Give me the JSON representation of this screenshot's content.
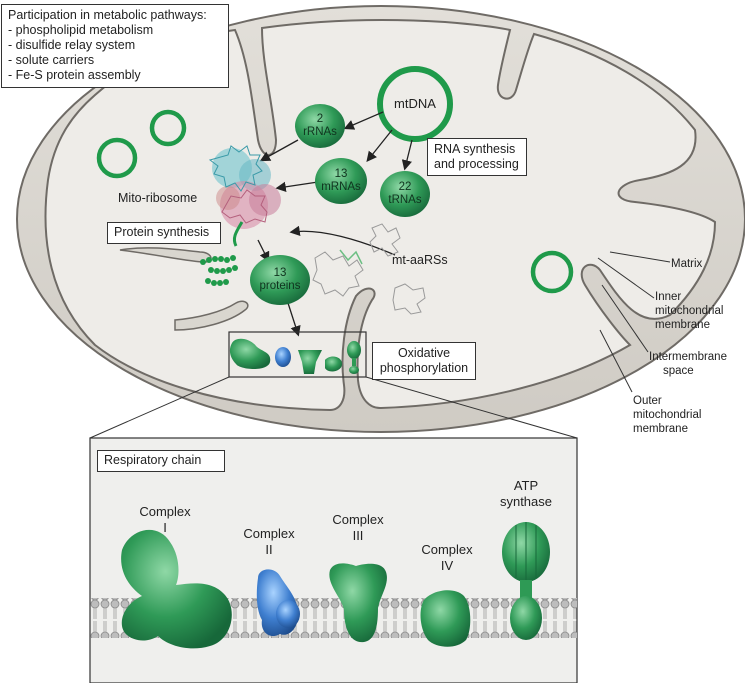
{
  "pathways_box": {
    "title": "Participation in metabolic pathways:",
    "items": [
      "- phospholipid metabolism",
      "- disulfide relay system",
      "- solute carriers",
      "- Fe-S protein assembly"
    ]
  },
  "labels": {
    "mtdna": "mtDNA",
    "rrnas_count": "2",
    "rrnas": "rRNAs",
    "mrnas_count": "13",
    "mrnas": "mRNAs",
    "trnas_count": "22",
    "trnas": "tRNAs",
    "proteins_count": "13",
    "proteins": "proteins",
    "mito_ribosome": "Mito-ribosome",
    "protein_synthesis": "Protein synthesis",
    "rna_synthesis_line1": "RNA synthesis",
    "rna_synthesis_line2": "and processing",
    "mt_aarss": "mt-aaRSs",
    "oxphos_line1": "Oxidative",
    "oxphos_line2": "phosphorylation",
    "matrix": "Matrix",
    "inner_membrane": [
      "Inner",
      "mitochondrial",
      "membrane"
    ],
    "intermembrane_space": [
      "Intermembrane",
      "space"
    ],
    "outer_membrane": [
      "Outer",
      "mitochondrial",
      "membrane"
    ],
    "respiratory_chain": "Respiratory chain",
    "complex_i": [
      "Complex",
      "I"
    ],
    "complex_ii": [
      "Complex",
      "II"
    ],
    "complex_iii": [
      "Complex",
      "III"
    ],
    "complex_iv": [
      "Complex",
      "IV"
    ],
    "atp_synthase": [
      "ATP",
      "synthase"
    ]
  },
  "colors": {
    "protein_green": "#2e9a55",
    "mtdna_green": "#1f9a4a",
    "complex_ii_blue": "#3f7fd0",
    "outer_membrane_fill": "#d9d6cf",
    "matrix_fill": "#eeece8",
    "membrane_edge": "#6f6b66"
  }
}
